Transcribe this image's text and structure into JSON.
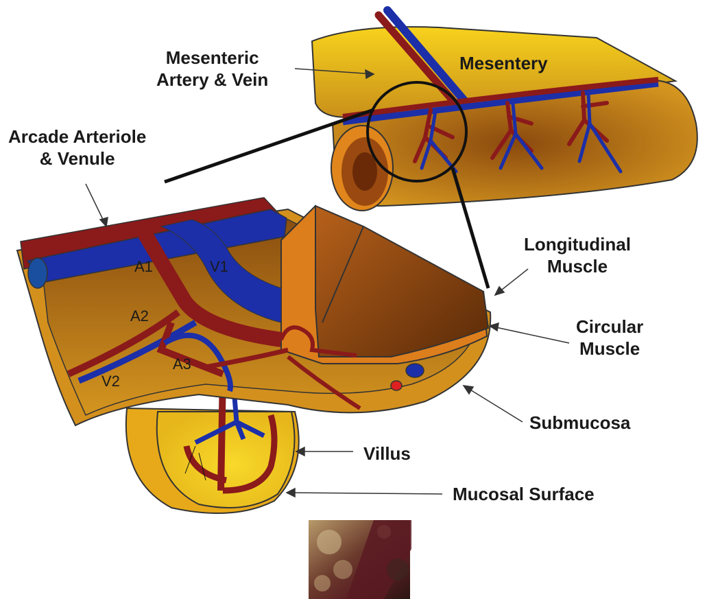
{
  "labels": {
    "mesenteric": [
      "Mesenteric",
      "Artery & Vein"
    ],
    "mesentery": "Mesentery",
    "arcade": [
      "Arcade Arteriole",
      "& Venule"
    ],
    "longitudinal": [
      "Longitudinal",
      "Muscle"
    ],
    "circular": [
      "Circular",
      "Muscle"
    ],
    "submucosa": "Submucosa",
    "villus": "Villus",
    "mucosal": "Mucosal Surface"
  },
  "vessel_labels": {
    "a1": "A1",
    "v1": "V1",
    "a2": "A2",
    "a3": "A3",
    "v2": "V2"
  },
  "colors": {
    "artery": "#8b1a1a",
    "vein": "#1c2fa8",
    "mesentery": "#f2c21a",
    "tissue": "#c9861c",
    "muscle": "#a8500f",
    "villus": "#f4cf1e"
  }
}
